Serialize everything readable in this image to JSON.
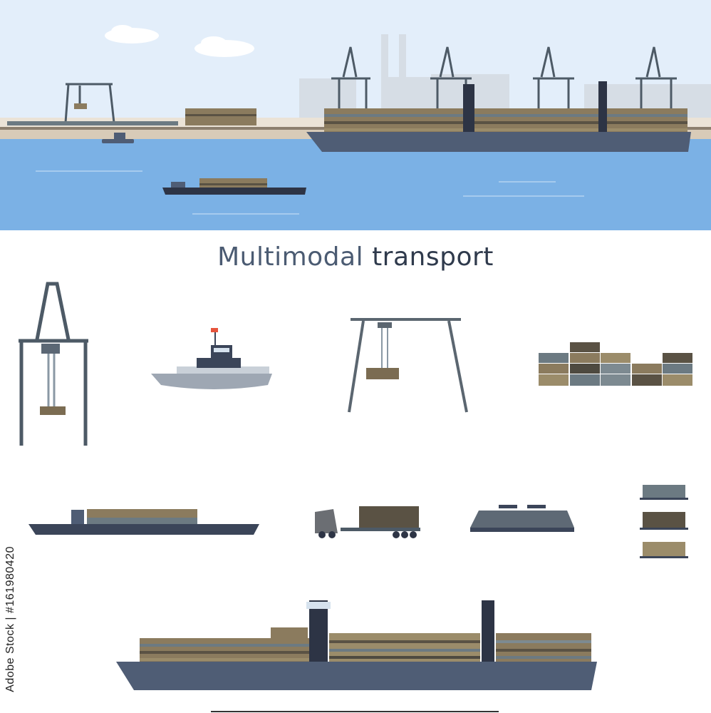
{
  "title": {
    "word1": "Multimodal",
    "word2": "transport"
  },
  "stock_id": "Adobe Stock | #161980420",
  "colors": {
    "sky": "#e2eef9",
    "water": "#78aee3",
    "hull": "#4f5d75",
    "hull_dark": "#2d3445",
    "crane": "#4d5a66",
    "container_colors": [
      "#8b7b5e",
      "#6c7a82",
      "#5a5244",
      "#9b8c6a",
      "#7d8a91",
      "#4e4a40"
    ]
  },
  "icons": [
    "quay-crane-icon",
    "tugboat-icon",
    "gantry-crane-icon",
    "container-stack-icon",
    "barge-icon",
    "truck-icon",
    "locomotive-icon",
    "railcar-icon",
    "container-ship-icon"
  ]
}
